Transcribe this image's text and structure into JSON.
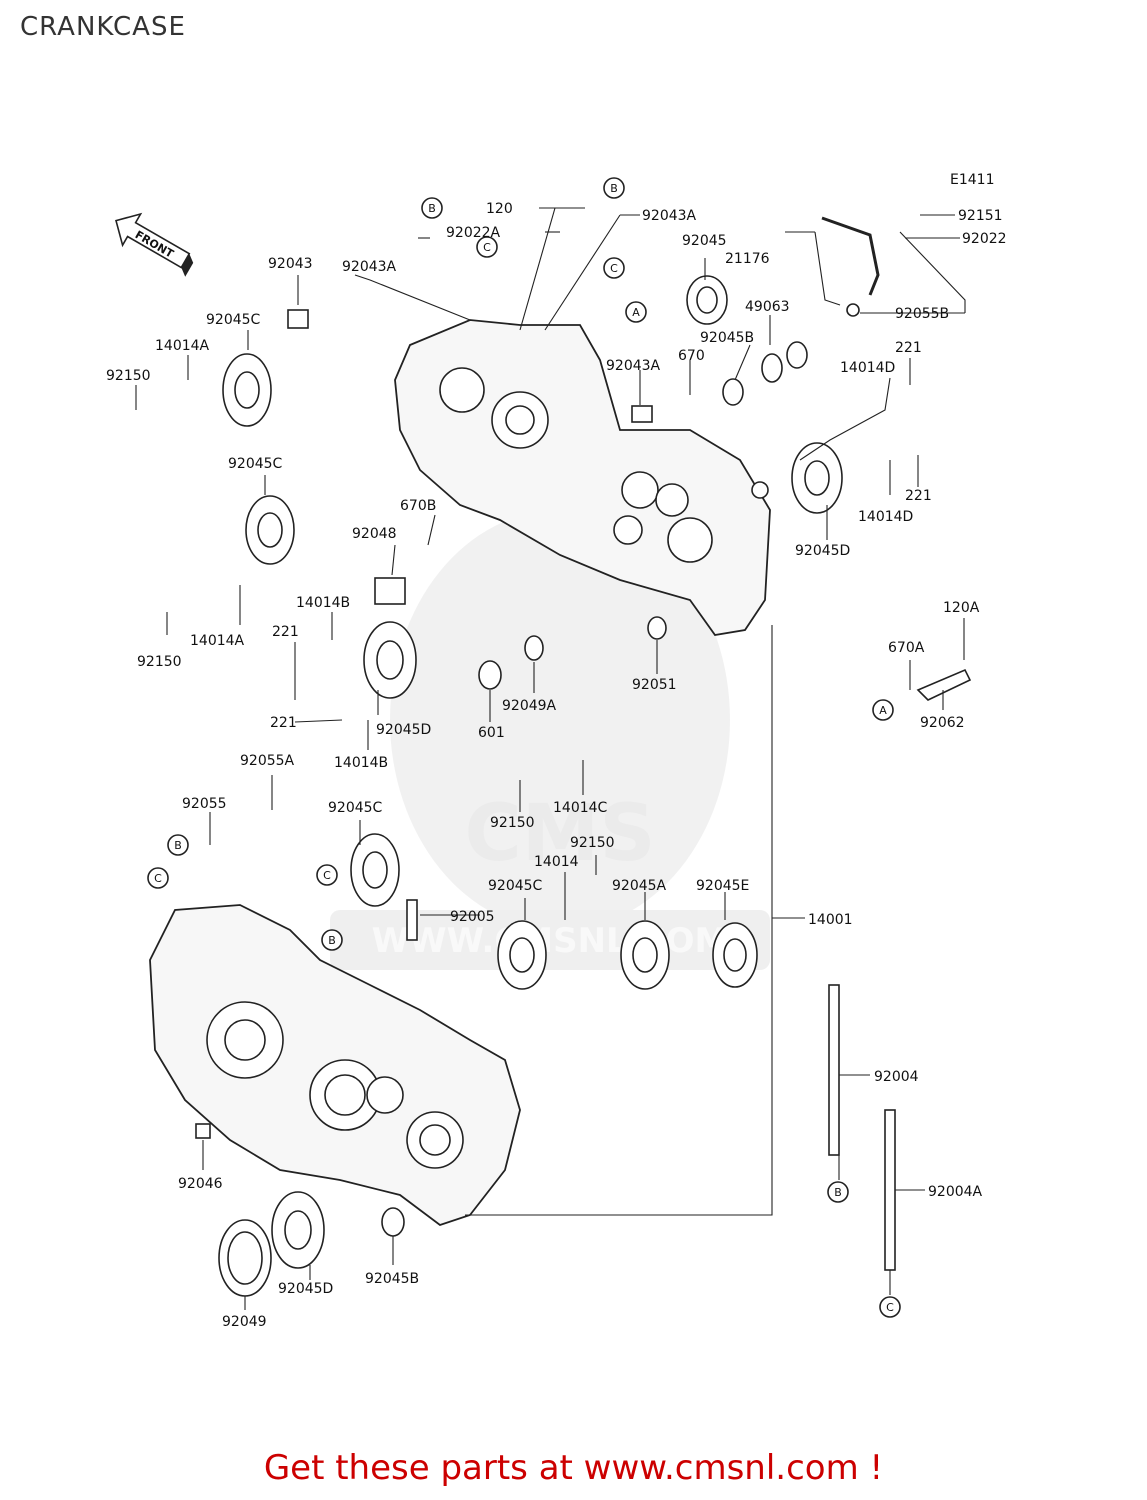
{
  "title": "CRANKCASE",
  "diagram_code": "E1411",
  "front_label": "FRONT",
  "watermark": "WWW.CMSNL.COM",
  "watermark_logo": "CMS",
  "footer": "Get these parts at www.cmsnl.com !",
  "labels": [
    {
      "id": "l120",
      "text": "120"
    },
    {
      "id": "l92043A_top",
      "text": "92043A"
    },
    {
      "id": "l92022A",
      "text": "92022A"
    },
    {
      "id": "l92045_top",
      "text": "92045"
    },
    {
      "id": "l92151",
      "text": "92151"
    },
    {
      "id": "l92022",
      "text": "92022"
    },
    {
      "id": "l21176",
      "text": "21176"
    },
    {
      "id": "l92055B",
      "text": "92055B"
    },
    {
      "id": "l49063",
      "text": "49063"
    },
    {
      "id": "l92045B_top",
      "text": "92045B"
    },
    {
      "id": "l670",
      "text": "670"
    },
    {
      "id": "l92043A_mid",
      "text": "92043A"
    },
    {
      "id": "l221_r1",
      "text": "221"
    },
    {
      "id": "l14014D_r1",
      "text": "14014D"
    },
    {
      "id": "l221_r2",
      "text": "221"
    },
    {
      "id": "l14014D_r2",
      "text": "14014D"
    },
    {
      "id": "l92045D_r",
      "text": "92045D"
    },
    {
      "id": "l92043",
      "text": "92043"
    },
    {
      "id": "l92043A_left",
      "text": "92043A"
    },
    {
      "id": "l92045C_l1",
      "text": "92045C"
    },
    {
      "id": "l14014A_1",
      "text": "14014A"
    },
    {
      "id": "l92150_1",
      "text": "92150"
    },
    {
      "id": "l92045C_l2",
      "text": "92045C"
    },
    {
      "id": "l670B",
      "text": "670B"
    },
    {
      "id": "l92048",
      "text": "92048"
    },
    {
      "id": "l14014A_2",
      "text": "14014A"
    },
    {
      "id": "l92150_2",
      "text": "92150"
    },
    {
      "id": "l14014B_1",
      "text": "14014B"
    },
    {
      "id": "l221_l1",
      "text": "221"
    },
    {
      "id": "l221_l2",
      "text": "221"
    },
    {
      "id": "l92045D_mid",
      "text": "92045D"
    },
    {
      "id": "l14014B_2",
      "text": "14014B"
    },
    {
      "id": "l601",
      "text": "601"
    },
    {
      "id": "l92049A",
      "text": "92049A"
    },
    {
      "id": "l92051",
      "text": "92051"
    },
    {
      "id": "l120A",
      "text": "120A"
    },
    {
      "id": "l670A",
      "text": "670A"
    },
    {
      "id": "l92062",
      "text": "92062"
    },
    {
      "id": "l92055A",
      "text": "92055A"
    },
    {
      "id": "l92055",
      "text": "92055"
    },
    {
      "id": "l92045C_b1",
      "text": "92045C"
    },
    {
      "id": "l14014C",
      "text": "14014C"
    },
    {
      "id": "l92150_3",
      "text": "92150"
    },
    {
      "id": "l92150_4",
      "text": "92150"
    },
    {
      "id": "l14014",
      "text": "14014"
    },
    {
      "id": "l92045C_b2",
      "text": "92045C"
    },
    {
      "id": "l92045A",
      "text": "92045A"
    },
    {
      "id": "l92045E",
      "text": "92045E"
    },
    {
      "id": "l92005",
      "text": "92005"
    },
    {
      "id": "l14001",
      "text": "14001"
    },
    {
      "id": "l92004",
      "text": "92004"
    },
    {
      "id": "l92004A",
      "text": "92004A"
    },
    {
      "id": "l92046",
      "text": "92046"
    },
    {
      "id": "l92045D_b",
      "text": "92045D"
    },
    {
      "id": "l92045B_b",
      "text": "92045B"
    },
    {
      "id": "l92049",
      "text": "92049"
    }
  ],
  "refs": [
    {
      "id": "rB1",
      "text": "B"
    },
    {
      "id": "rB2",
      "text": "B"
    },
    {
      "id": "rC1",
      "text": "C"
    },
    {
      "id": "rC2",
      "text": "C"
    },
    {
      "id": "rA1",
      "text": "A"
    },
    {
      "id": "rA2",
      "text": "A"
    },
    {
      "id": "rB3",
      "text": "B"
    },
    {
      "id": "rC3",
      "text": "C"
    },
    {
      "id": "rC4",
      "text": "C"
    },
    {
      "id": "rB4",
      "text": "B"
    },
    {
      "id": "rB5",
      "text": "B"
    },
    {
      "id": "rC5",
      "text": "C"
    }
  ]
}
